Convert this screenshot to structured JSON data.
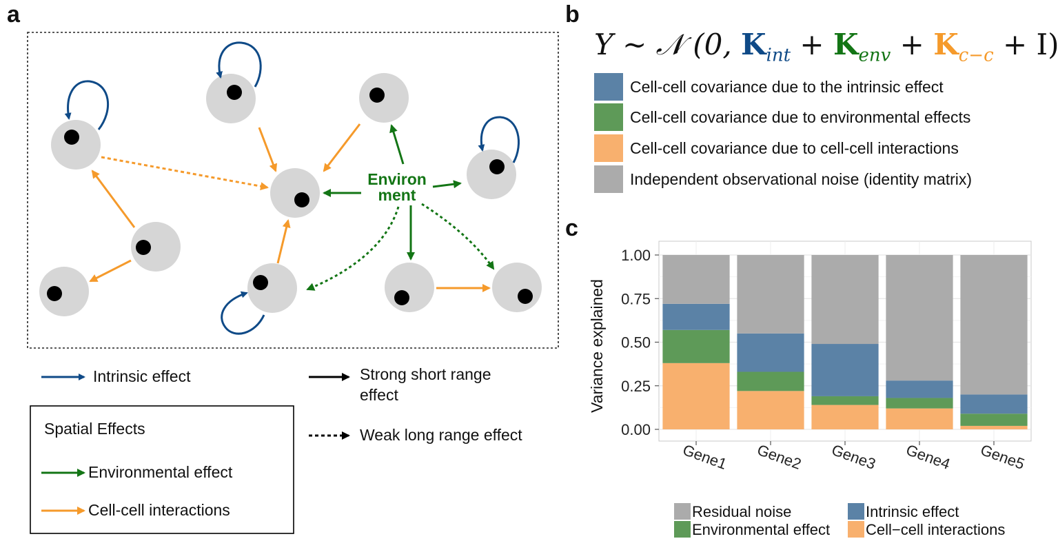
{
  "panels": {
    "a": "a",
    "b": "b",
    "c": "c"
  },
  "colors": {
    "intrinsic": "#0f4a87",
    "environment": "#137515",
    "cellcell": "#f59a2b",
    "cell_body": "#d6d6d6",
    "nucleus": "#000000"
  },
  "diagram": {
    "environment_label_line1": "Environ",
    "environment_label_line2": "ment"
  },
  "legend_a": {
    "intrinsic": "Intrinsic effect",
    "strong_line1": "Strong short range",
    "strong_line2": "effect",
    "weak": "Weak long range effect",
    "spatial_title": "Spatial Effects",
    "environmental": "Environmental effect",
    "cellcell": "Cell-cell interactions"
  },
  "formula": {
    "lhs": "Y ∼ 𝒩 (0, ",
    "k_int": "K",
    "k_int_sub": "int",
    "plus1": " + ",
    "k_env": "K",
    "k_env_sub": "env",
    "plus2": " + ",
    "k_cc": "K",
    "k_cc_sub": "c−c",
    "tail": " + I)"
  },
  "covariance_legend": [
    {
      "label": "Cell-cell covariance due to the intrinsic effect",
      "color": "#5b82a6"
    },
    {
      "label": "Cell-cell covariance due to environmental effects",
      "color": "#5e9a58"
    },
    {
      "label": "Cell-cell covariance due to cell-cell interactions",
      "color": "#f8b06e"
    },
    {
      "label": "Independent observational noise (identity matrix)",
      "color": "#ababab"
    }
  ],
  "chart_data": {
    "type": "bar",
    "stacked": true,
    "categories": [
      "Gene1",
      "Gene2",
      "Gene3",
      "Gene4",
      "Gene5"
    ],
    "series": [
      {
        "name": "Cell−cell interactions",
        "color": "#f8b06e",
        "values": [
          0.38,
          0.22,
          0.14,
          0.12,
          0.02
        ]
      },
      {
        "name": "Environmental effect",
        "color": "#5e9a58",
        "values": [
          0.19,
          0.11,
          0.05,
          0.06,
          0.07
        ]
      },
      {
        "name": "Intrinsic effect",
        "color": "#5b82a6",
        "values": [
          0.15,
          0.22,
          0.3,
          0.1,
          0.11
        ]
      },
      {
        "name": "Residual noise",
        "color": "#ababab",
        "values": [
          0.28,
          0.45,
          0.51,
          0.72,
          0.8
        ]
      }
    ],
    "ylabel": "Variance explained",
    "ylim": [
      0,
      1
    ],
    "yticks": [
      "0.00",
      "0.25",
      "0.50",
      "0.75",
      "1.00"
    ],
    "ytick_values": [
      0,
      0.25,
      0.5,
      0.75,
      1.0
    ],
    "legend_order": [
      "Residual noise",
      "Intrinsic effect",
      "Environmental effect",
      "Cell−cell interactions"
    ],
    "legend_placement": "bottom",
    "grid": true
  }
}
